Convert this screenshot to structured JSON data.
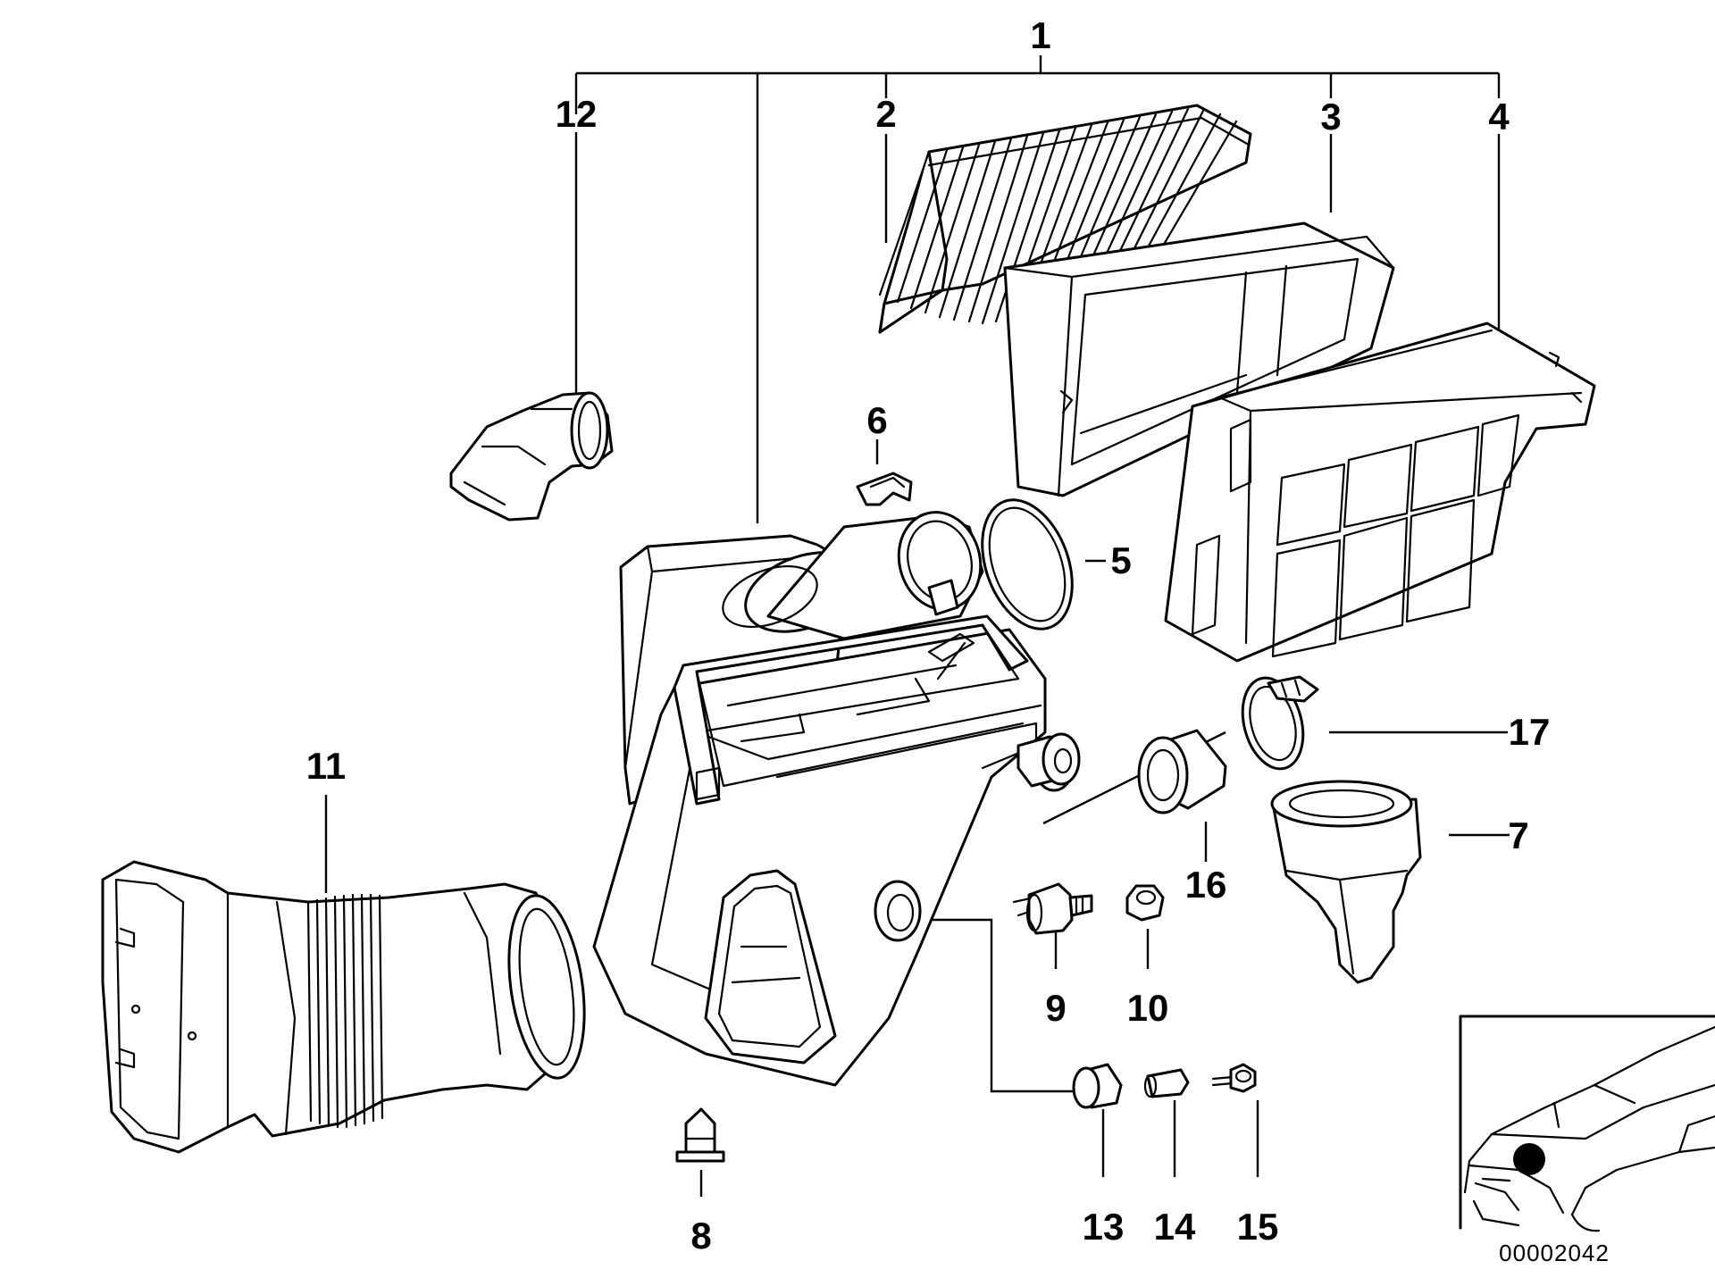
{
  "callouts": {
    "c1": "1",
    "c2": "2",
    "c3": "3",
    "c4": "4",
    "c5": "5",
    "c6": "6",
    "c7": "7",
    "c8": "8",
    "c9": "9",
    "c10": "10",
    "c11": "11",
    "c12": "12",
    "c13": "13",
    "c14": "14",
    "c15": "15",
    "c16": "16",
    "c17": "17"
  },
  "document_number": "00002042",
  "colors": {
    "line": "#000000",
    "background": "#ffffff"
  }
}
